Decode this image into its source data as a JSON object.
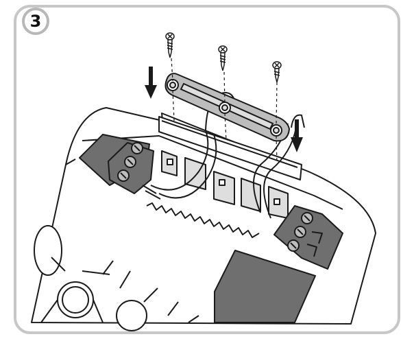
{
  "step": {
    "number": "3"
  },
  "colors": {
    "frame_border": "#c7c7c7",
    "line": "#1a1a1a",
    "dark_fill": "#6f6f6f",
    "mid_fill": "#bdbdbd",
    "light_fill": "#dedede",
    "white": "#ffffff"
  },
  "illustration": {
    "subject": "device-housing-with-terminal-blocks",
    "icons": [
      "screw-icon",
      "down-arrow-icon",
      "cable-clamp-bar",
      "terminal-block",
      "cable"
    ]
  }
}
